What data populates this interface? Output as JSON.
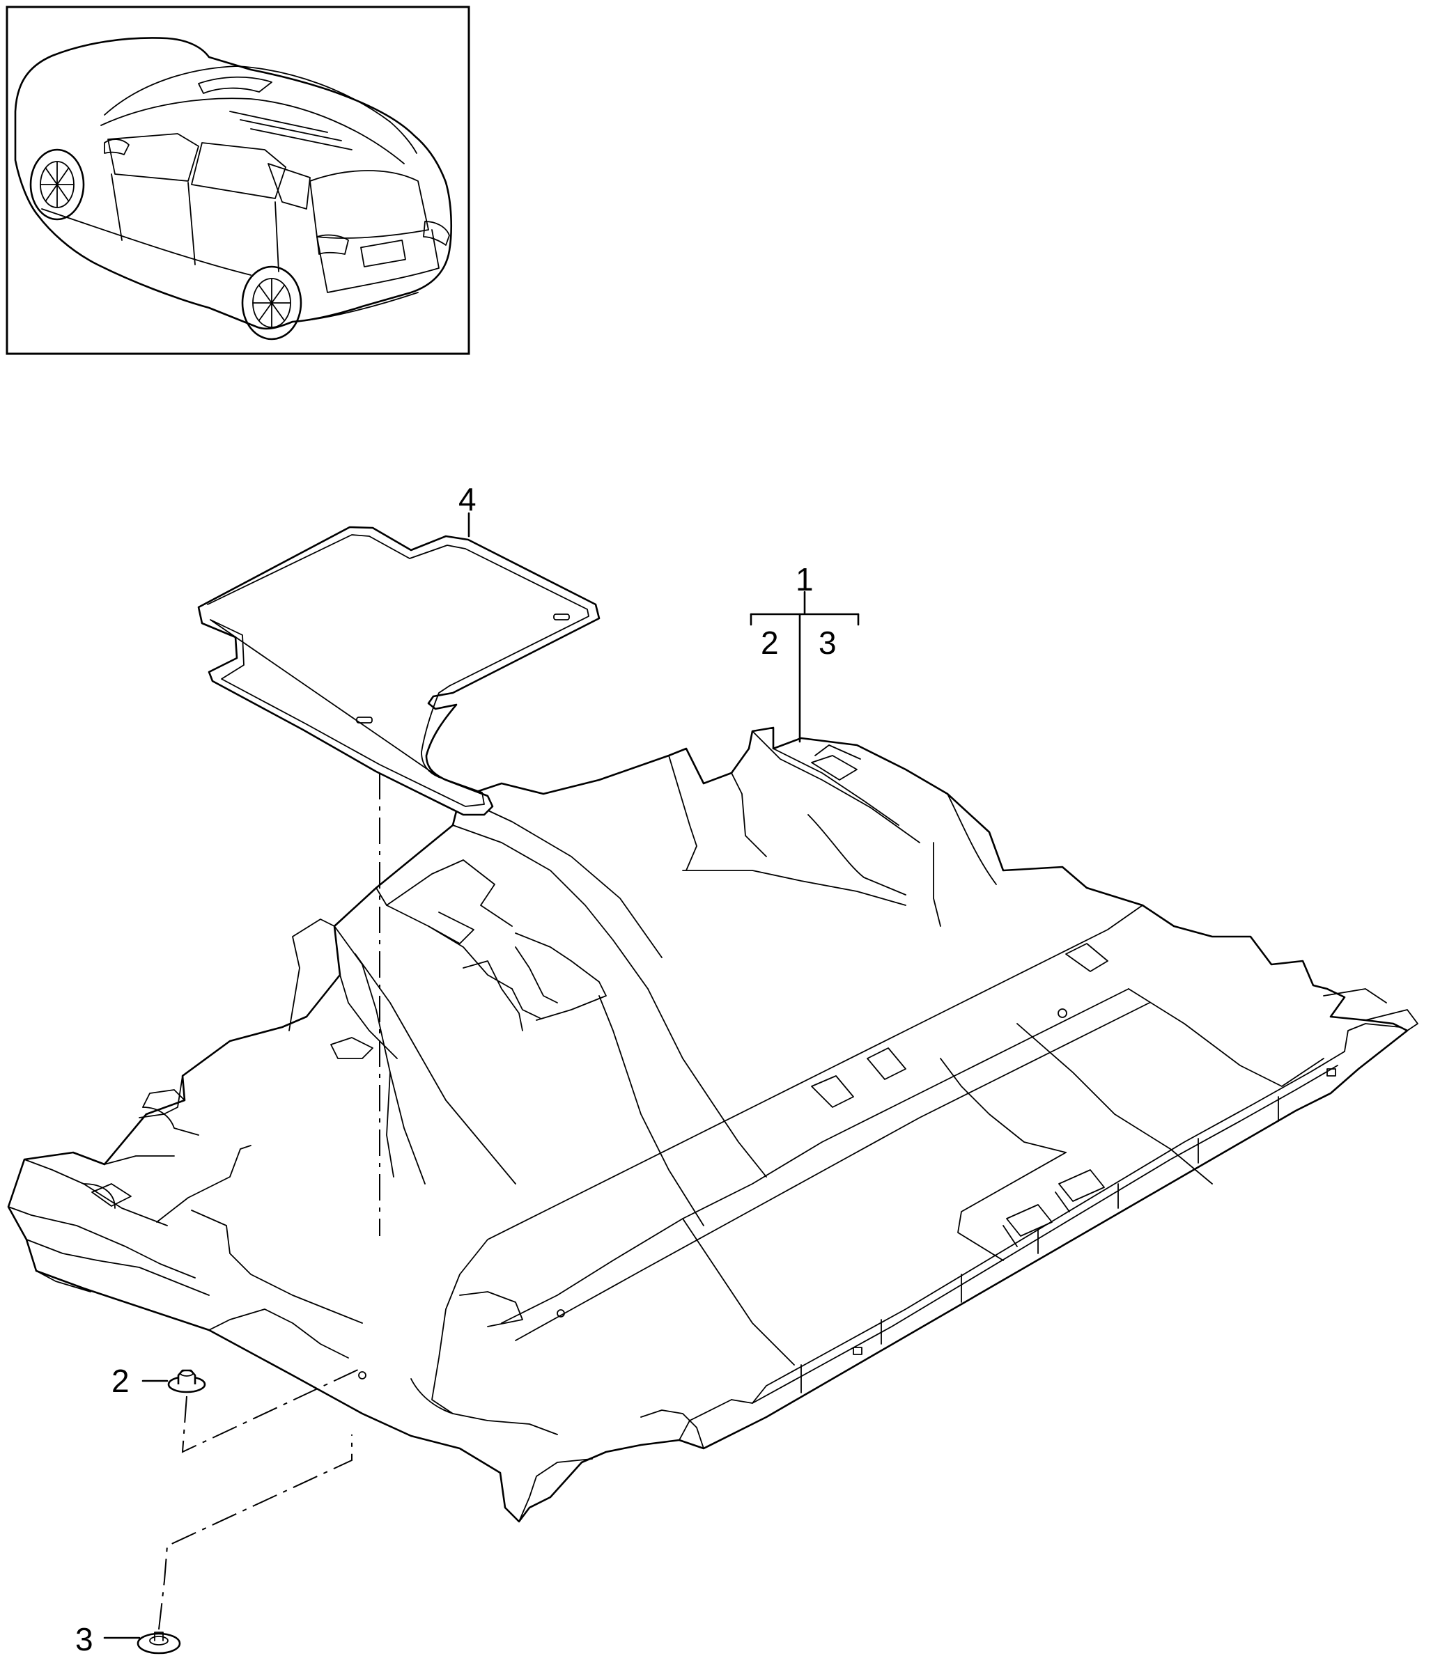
{
  "callouts": {
    "part_1": "1",
    "part_2_bracket": "2",
    "part_3_bracket": "3",
    "part_4": "4",
    "part_2": "2",
    "part_3": "3"
  },
  "inset": {
    "icon": "suv-rear-three-quarter-view-icon"
  },
  "parts": {
    "floor_carpet_icon": "floor-carpet-icon",
    "floor_mat_icon": "floor-mat-icon",
    "fastener_icon": "mat-fastener-icon",
    "fastener_base_icon": "mat-fastener-base-icon"
  }
}
